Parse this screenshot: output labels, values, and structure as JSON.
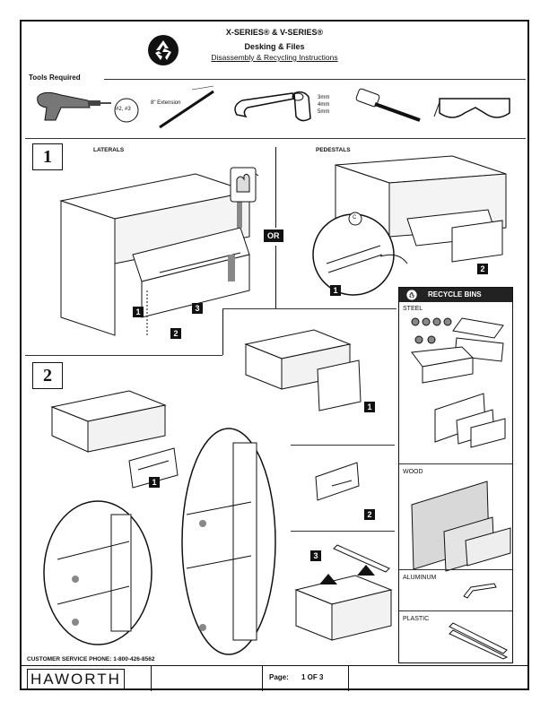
{
  "header": {
    "title_line1": "X-SERIES® & V-SERIES®",
    "title_line2": "Desking & Files",
    "subtitle": "Disassembly & Recycling Instructions"
  },
  "tools": {
    "label": "Tools Required",
    "bit_label": "#2, #3",
    "extension_label": "8\" Extension",
    "hex_sizes": [
      "3mm",
      "4mm",
      "5mm"
    ]
  },
  "step1": {
    "number": "1",
    "laterals_label": "LATERALS",
    "pedestals_label": "PEDESTALS",
    "or_label": "OR",
    "callout_c": "C",
    "badges": [
      "1",
      "2",
      "3",
      "1",
      "2"
    ]
  },
  "step2": {
    "number": "2",
    "badges": [
      "1",
      "1",
      "2",
      "3"
    ]
  },
  "recycle": {
    "header": "RECYCLE BINS",
    "bins": [
      "STEEL",
      "WOOD",
      "ALUMINUM",
      "PLASTIC"
    ]
  },
  "footer": {
    "customer_service": "CUSTOMER SERVICE PHONE: 1-800-426-8562",
    "logo": "HAWORTH",
    "page_label": "Page:",
    "page_value": "1 OF 3"
  },
  "colors": {
    "ink": "#111111",
    "panel": "#222222"
  },
  "icons": [
    "recycle-icon",
    "drill-icon",
    "extension-bar-icon",
    "hex-key-icon",
    "mallet-icon",
    "safety-glasses-icon"
  ]
}
